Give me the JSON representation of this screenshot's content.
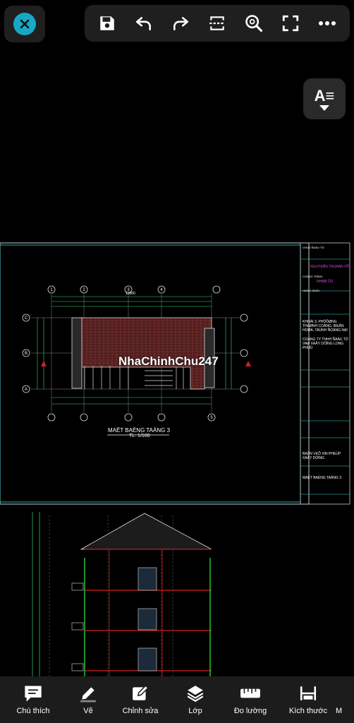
{
  "toolbar": {
    "icons": [
      "save-icon",
      "undo-icon",
      "redo-icon",
      "scan-icon",
      "zoom-search-icon",
      "fullscreen-icon",
      "more-icon"
    ]
  },
  "text_style": {
    "label": "A≡"
  },
  "drawing": {
    "plan_title": "MAËT BAÈNG TAÀNG 3",
    "plan_scale": "TL: 1/100",
    "watermark": "NhaChinhChu247",
    "dimension_total": "13000",
    "grid_columns": [
      "1",
      "2",
      "3",
      "4",
      "5"
    ],
    "grid_rows": [
      "C",
      "B",
      "A"
    ],
    "title_block": {
      "owner_label": "CHUÛ ÑAÀU TÖ:",
      "owner_name": "NGUYEÃN TRUAÀN VÕ",
      "project_label": "COÂNG TRÌNH:",
      "project_name": "NHAØ ÔÛ",
      "location_label": "HAÏNG MUÏC:",
      "address": "KHOÁI 3, PHÖÔØNG THAØNH COÂNG, BIEÂN HOØA, TAÙNH ÑOÀNG NAI",
      "company": "COÂNG TY TNHH ÑAÀU TÖ VAØ XAÂY DÖÏNG LONG PHUÙ",
      "sheet_name": "MAËT BAÈNG TAÀNG 3",
      "stage": "BAÛN VEÕ XIN PHEÙP XAÂY DÖÏNG"
    }
  },
  "bottom_nav": [
    {
      "label": "Chú thích",
      "icon": "comment-icon"
    },
    {
      "label": "Vẽ",
      "icon": "pen-icon"
    },
    {
      "label": "Chỉnh sửa",
      "icon": "edit-icon"
    },
    {
      "label": "Lớp",
      "icon": "layers-icon"
    },
    {
      "label": "Đo lường",
      "icon": "ruler-icon"
    },
    {
      "label": "Kích thước",
      "icon": "dimension-icon"
    },
    {
      "label": "M",
      "icon": "more-nav-icon"
    }
  ]
}
